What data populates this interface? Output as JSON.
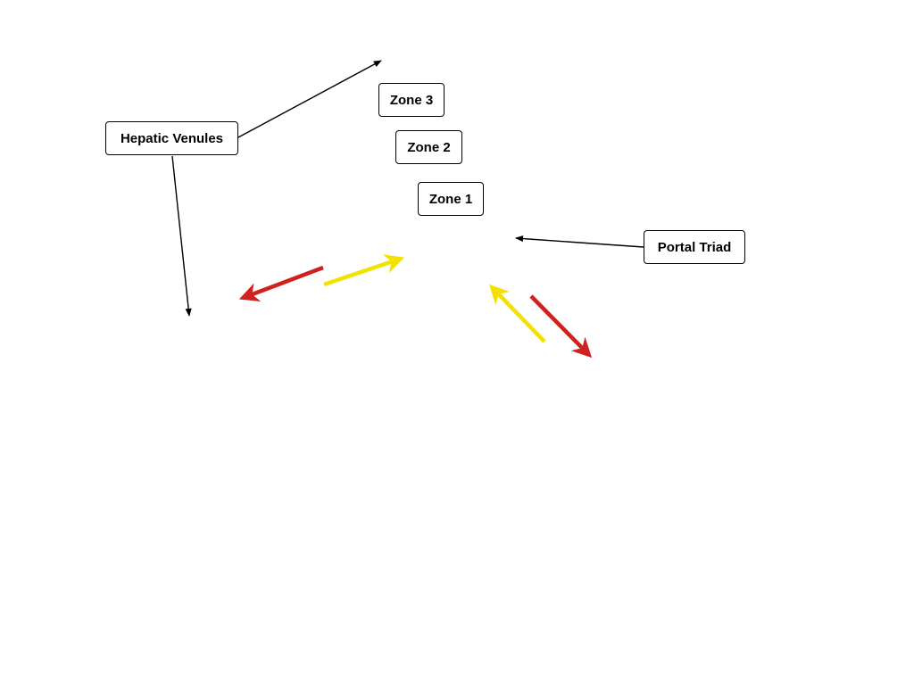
{
  "labels": {
    "hepatic_venules": "Hepatic Venules",
    "zone3": "Zone 3",
    "zone2": "Zone 2",
    "zone1": "Zone 1",
    "portal_triad": "Portal Triad"
  },
  "colors": {
    "pointer": "#000000",
    "red_arrow": "#d02020",
    "yellow_arrow": "#f2e200",
    "box_border": "#000000",
    "background": "#ffffff"
  }
}
